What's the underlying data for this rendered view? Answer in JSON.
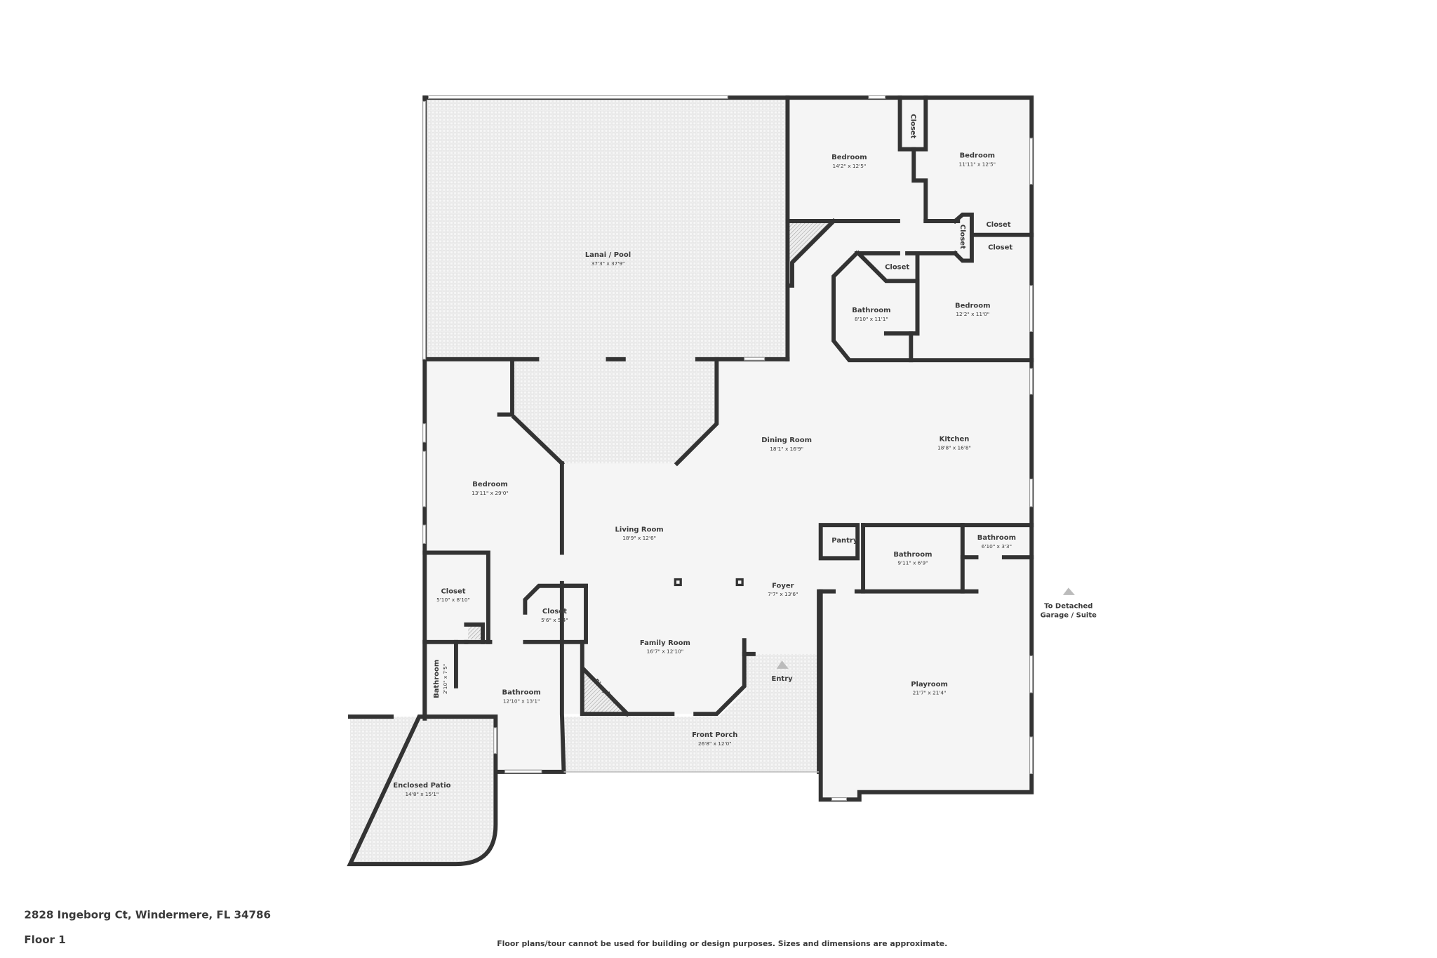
{
  "rooms": [
    {
      "name": "Lanai / Pool",
      "dims": "37'3\" x 37'9\""
    },
    {
      "name": "Bedroom",
      "dims": "14'2\" x 12'5\""
    },
    {
      "name": "Bedroom",
      "dims": "11'11\" x 12'5\""
    },
    {
      "name": "Closet",
      "dims": ""
    },
    {
      "name": "Closet",
      "dims": ""
    },
    {
      "name": "Closet",
      "dims": ""
    },
    {
      "name": "Closet",
      "dims": ""
    },
    {
      "name": "Closet",
      "dims": ""
    },
    {
      "name": "Bathroom",
      "dims": "8'10\" x 11'1\""
    },
    {
      "name": "Bedroom",
      "dims": "12'2\" x 11'0\""
    },
    {
      "name": "Dining Room",
      "dims": "18'1\" x 16'9\""
    },
    {
      "name": "Kitchen",
      "dims": "18'8\" x 16'8\""
    },
    {
      "name": "Bedroom",
      "dims": "13'11\" x 29'0\""
    },
    {
      "name": "Living Room",
      "dims": "18'9\" x 12'6\""
    },
    {
      "name": "Pantry",
      "dims": ""
    },
    {
      "name": "Bathroom",
      "dims": "9'11\" x 6'9\""
    },
    {
      "name": "Bathroom",
      "dims": "6'10\" x 3'3\""
    },
    {
      "name": "Closet",
      "dims": "5'10\" x 8'10\""
    },
    {
      "name": "Closet",
      "dims": "5'6\" x 5'4\""
    },
    {
      "name": "Foyer",
      "dims": "7'7\" x 13'6\""
    },
    {
      "name": "Family Room",
      "dims": "16'7\" x 12'10\""
    },
    {
      "name": "Bathroom",
      "dims": "2'10\" x 7'5\""
    },
    {
      "name": "Bathroom",
      "dims": "12'10\" x 13'1\""
    },
    {
      "name": "Fireplace",
      "dims": ""
    },
    {
      "name": "Entry",
      "dims": ""
    },
    {
      "name": "Playroom",
      "dims": "21'7\" x 21'4\""
    },
    {
      "name": "Front Porch",
      "dims": "26'8\" x 12'0\""
    },
    {
      "name": "Enclosed Patio",
      "dims": "14'8\" x 15'1\""
    }
  ],
  "annotations": {
    "garage_line1": "To Detached",
    "garage_line2": "Garage / Suite"
  },
  "footer": {
    "address": "2828 Ingeborg Ct, Windermere, FL 34786",
    "floor": "Floor 1",
    "disclaimer": "Floor plans/tour cannot be used for building or design purposes. Sizes and dimensions are approximate."
  },
  "colors": {
    "wall": "#333333",
    "floor": "#f5f5f5",
    "outdoor_pattern": "#e6e6e6",
    "arrow": "#bbbbbb"
  }
}
